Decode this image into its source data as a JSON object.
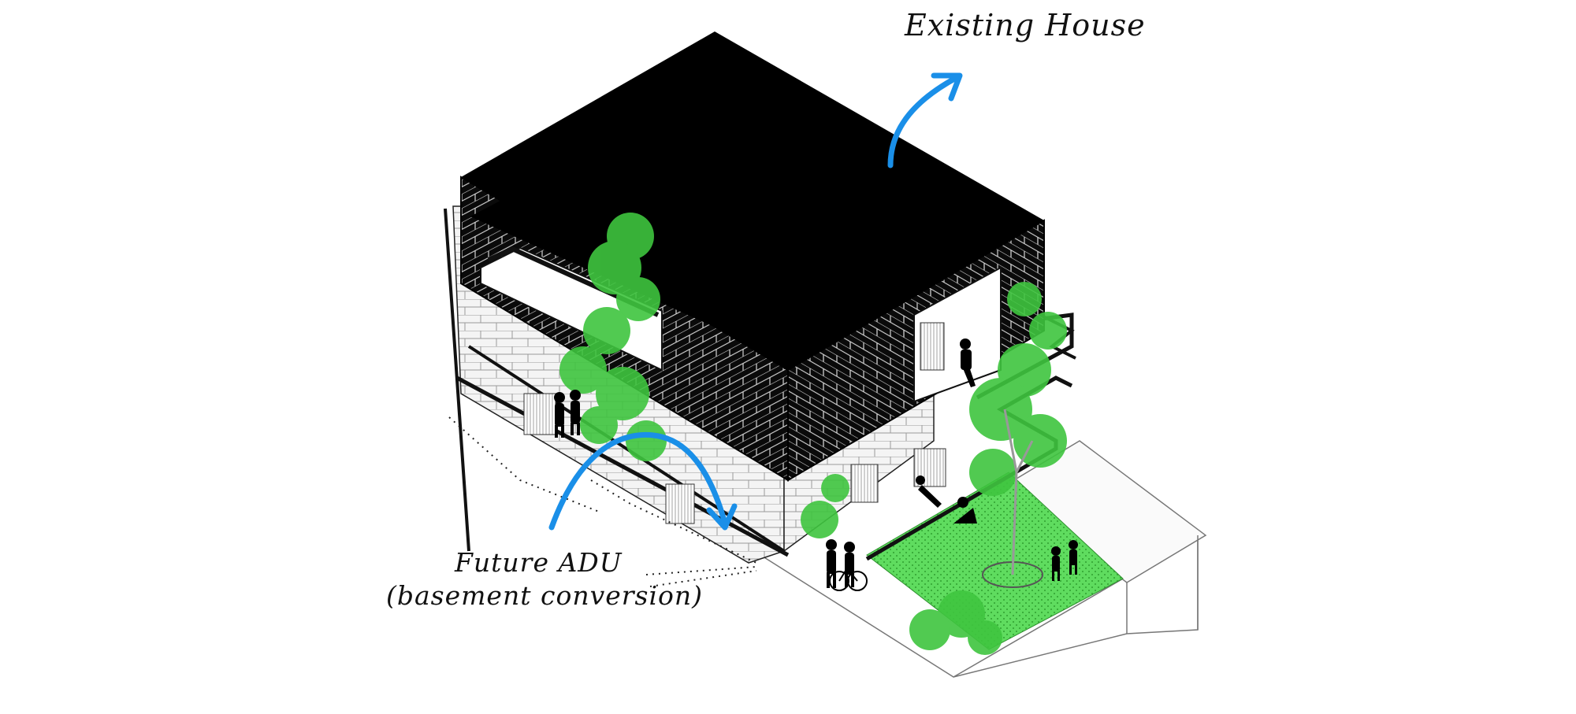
{
  "labels": {
    "existing_house": "Existing House",
    "future_adu_title": "Future ADU",
    "future_adu_subtitle": "(basement conversion)"
  },
  "colors": {
    "arrow": "#1a8fe8",
    "roof": "#000000",
    "foliage": "#3fc53f",
    "lawn": "#57d957",
    "line": "#111111"
  },
  "icons": [
    "curved-arrow-icon",
    "person-icon",
    "bicycle-icon",
    "tree-icon"
  ]
}
